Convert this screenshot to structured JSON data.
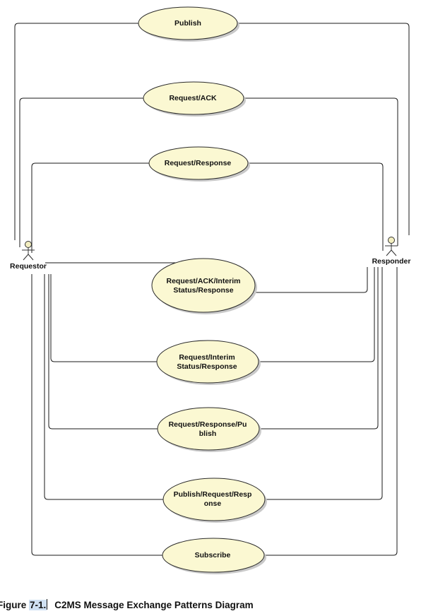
{
  "diagram": {
    "actors": [
      {
        "id": "requestor",
        "label": "Requestor"
      },
      {
        "id": "responder",
        "label": "Responder"
      }
    ],
    "use_cases": [
      {
        "id": "publish",
        "lines": [
          "Publish"
        ]
      },
      {
        "id": "request-ack",
        "lines": [
          "Request/ACK"
        ]
      },
      {
        "id": "request-response",
        "lines": [
          "Request/Response"
        ]
      },
      {
        "id": "request-ack-interim",
        "lines": [
          "Request/ACK/Interim",
          "Status/Response"
        ]
      },
      {
        "id": "request-interim",
        "lines": [
          "Request/Interim",
          "Status/Response"
        ]
      },
      {
        "id": "request-response-publish",
        "lines": [
          "Request/Response/Pu",
          "blish"
        ]
      },
      {
        "id": "publish-request-response",
        "lines": [
          "Publish/Request/Resp",
          "onse"
        ]
      },
      {
        "id": "subscribe",
        "lines": [
          "Subscribe"
        ]
      }
    ]
  },
  "caption": {
    "prefix": "Figure ",
    "number": "7-1.",
    "title": "C2MS Message Exchange Patterns Diagram"
  }
}
